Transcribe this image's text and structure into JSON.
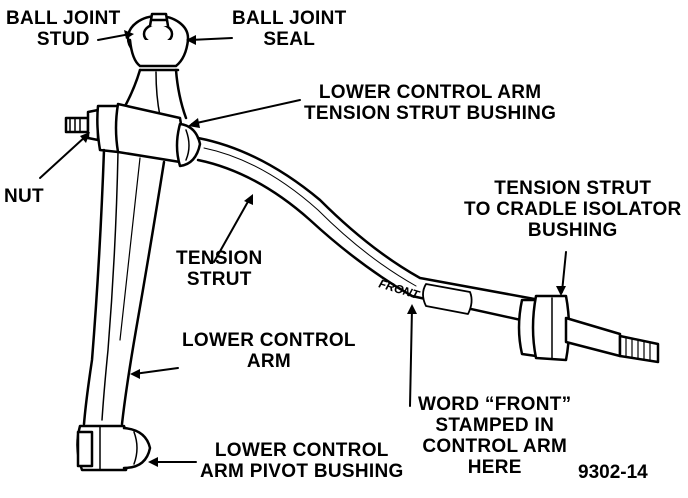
{
  "labels": {
    "ball_joint_stud": [
      "BALL JOINT",
      "STUD"
    ],
    "ball_joint_seal": [
      "BALL JOINT",
      "SEAL"
    ],
    "tension_strut_bushing": [
      "LOWER CONTROL ARM",
      "TENSION STRUT BUSHING"
    ],
    "nut": "NUT",
    "cradle_isolator_bushing": [
      "TENSION STRUT",
      "TO CRADLE ISOLATOR",
      "BUSHING"
    ],
    "tension_strut": [
      "TENSION",
      "STRUT"
    ],
    "lower_control_arm": [
      "LOWER CONTROL",
      "ARM"
    ],
    "front_stamp_note": [
      "WORD “FRONT”",
      "STAMPED IN",
      "CONTROL ARM",
      "HERE"
    ],
    "pivot_bushing": [
      "LOWER CONTROL",
      "ARM PIVOT BUSHING"
    ]
  },
  "stamp_text": "FRONT",
  "figure_number": "9302-14",
  "colors": {
    "ink": "#000000",
    "paper": "#ffffff"
  }
}
